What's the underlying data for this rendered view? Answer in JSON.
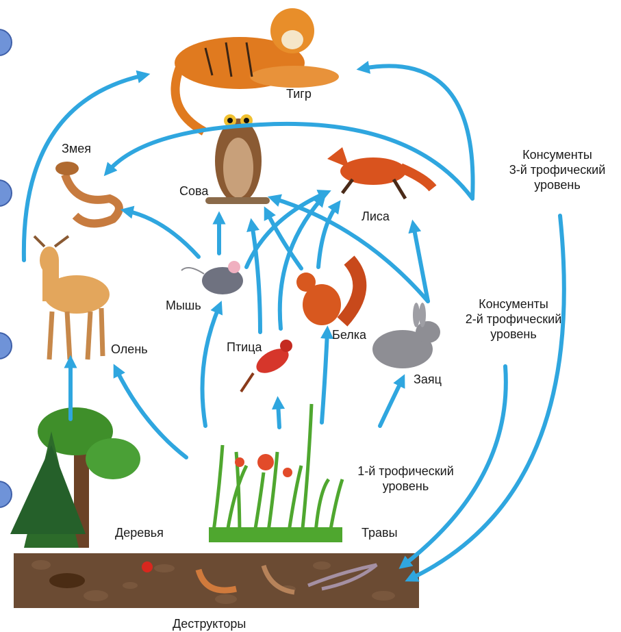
{
  "labels": {
    "tiger": "Тигр",
    "snake": "Змея",
    "owl": "Сова",
    "fox": "Лиса",
    "deer": "Олень",
    "mouse": "Мышь",
    "squirrel": "Белка",
    "bird": "Птица",
    "hare": "Заяц",
    "trees": "Деревья",
    "grass": "Травы",
    "decomposers": "Деструкторы"
  },
  "levels": {
    "third": [
      "Консументы",
      "3-й трофический",
      "уровень"
    ],
    "second": [
      "Консументы",
      "2-й трофический",
      "уровень"
    ],
    "first": [
      "1-й трофический",
      "уровень"
    ]
  },
  "colors": {
    "arrow": "#2fa6df",
    "soil": "#6b4b33",
    "tiger": "#e07a1f",
    "owl": "#8a5a33",
    "fox": "#d9531e",
    "squirrel": "#c8491b",
    "grass": "#4fa72f",
    "tree_green": "#3f8f2a",
    "fir_green": "#2c6b2a",
    "hare": "#8e8e94",
    "mouse": "#6f7280",
    "deer": "#e3a65c",
    "bird": "#d6362b",
    "snake": "#c77b3f"
  },
  "icons": [
    "tiger-icon",
    "owl-icon",
    "snake-icon",
    "fox-icon",
    "deer-icon",
    "mouse-icon",
    "squirrel-icon",
    "bird-icon",
    "hare-icon",
    "trees-icon",
    "grass-icon",
    "soil-icon"
  ]
}
